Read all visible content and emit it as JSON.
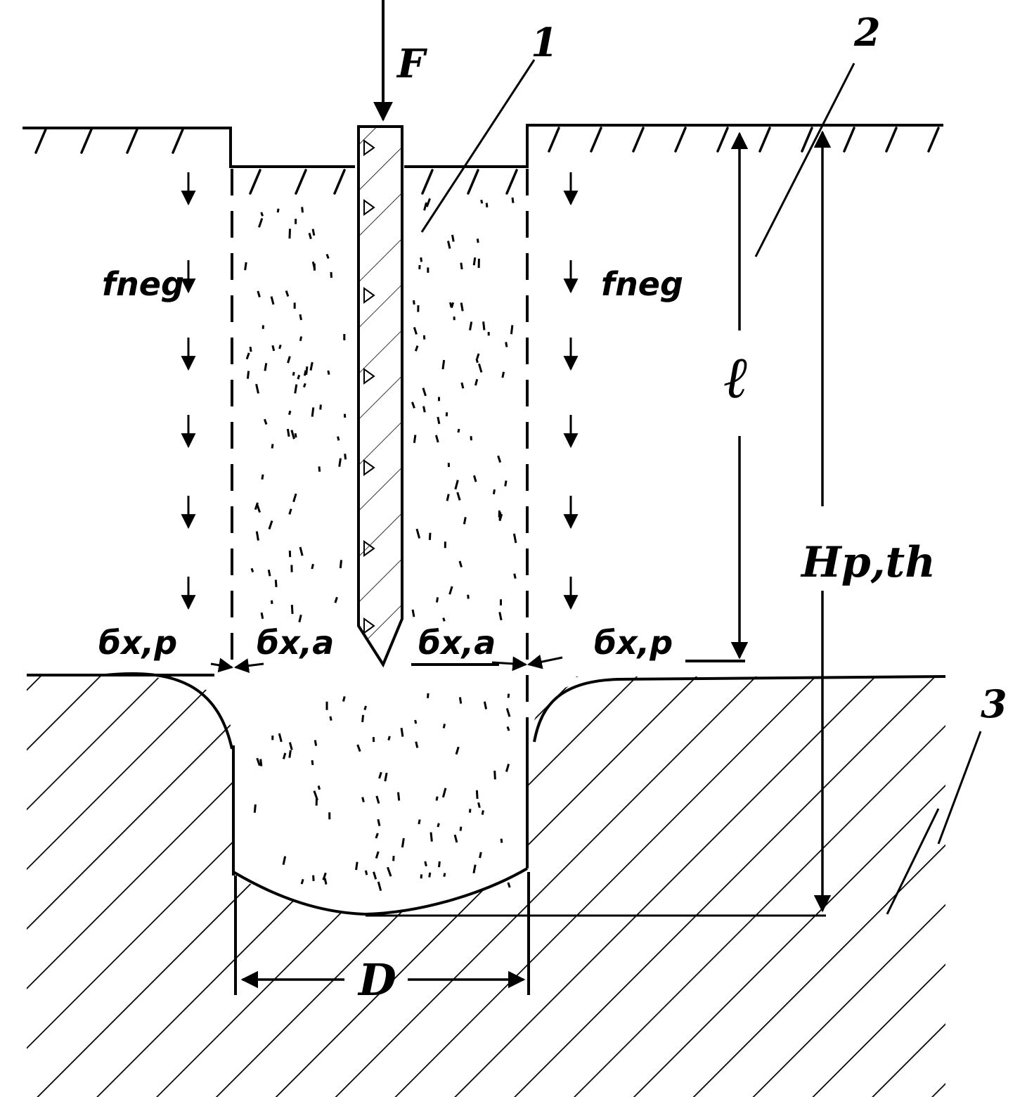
{
  "labels": {
    "force": "F",
    "pile_no": "1",
    "upper_soil_no": "2",
    "lower_soil_no": "3",
    "friction_left": "fneg",
    "friction_right": "fneg",
    "length": "ℓ",
    "depth": "Hp,th",
    "diameter": "D",
    "stress_passive_left": "бx,p",
    "stress_active_left": "бx,a",
    "stress_active_right": "бx,a",
    "stress_passive_right": "бx,p"
  },
  "colors": {
    "ink": "#000000",
    "paper": "#ffffff"
  }
}
